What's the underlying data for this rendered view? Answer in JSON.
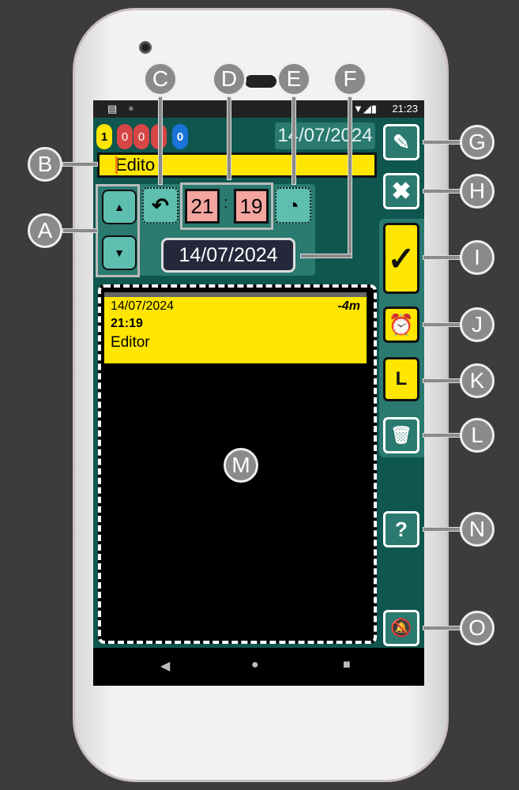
{
  "status_bar": {
    "time": "21:23"
  },
  "header": {
    "badges": [
      {
        "value": "1",
        "color": "#ffe600"
      },
      {
        "value": "0",
        "color": "#d84545"
      },
      {
        "value": "0",
        "color": "#d84545"
      },
      {
        "value": "",
        "color": "#d84545"
      },
      {
        "value": "0",
        "color": "#1a73d9"
      }
    ],
    "date": "14/07/2024"
  },
  "name_input": {
    "value": "Edito"
  },
  "time": {
    "hour": "21",
    "separator": ":",
    "minute": "19"
  },
  "date_button": "14/07/2024",
  "list": [
    {
      "date": "14/07/2024",
      "relative": "-4m",
      "time": "21:19",
      "name": "Editor"
    }
  ],
  "sidebar": {
    "confirm": "✓",
    "label_button": "L",
    "help": "?"
  },
  "callouts": [
    "A",
    "B",
    "C",
    "D",
    "E",
    "F",
    "G",
    "H",
    "I",
    "J",
    "K",
    "L",
    "M",
    "N",
    "O"
  ]
}
